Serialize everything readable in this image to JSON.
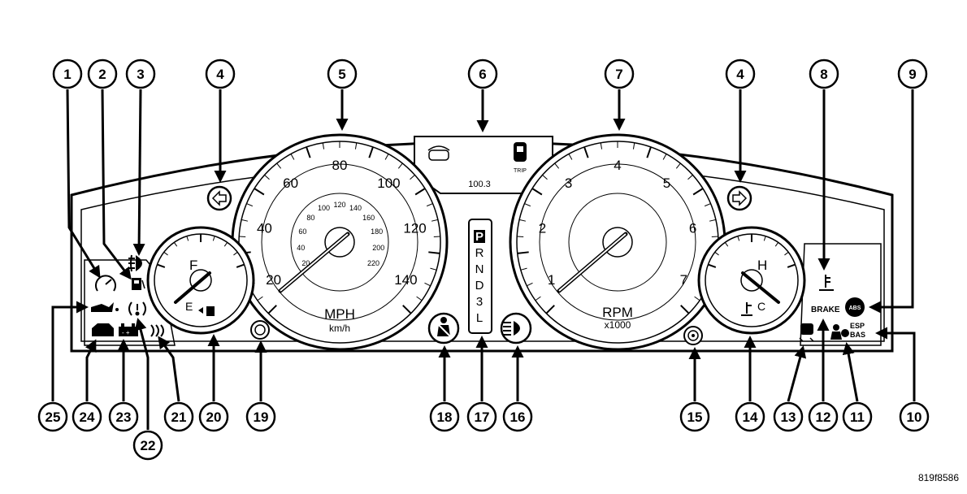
{
  "figure_id": "819f8586",
  "callouts": [
    "1",
    "2",
    "3",
    "4",
    "5",
    "6",
    "7",
    "4",
    "8",
    "9",
    "10",
    "11",
    "12",
    "13",
    "14",
    "15",
    "16",
    "17",
    "18",
    "19",
    "20",
    "21",
    "22",
    "23",
    "24",
    "25"
  ],
  "speedometer": {
    "mph_labels": [
      "20",
      "40",
      "60",
      "80",
      "100",
      "120",
      "140"
    ],
    "kmh_labels": [
      "20",
      "40",
      "60",
      "80",
      "100",
      "120",
      "140",
      "160",
      "180",
      "200",
      "220"
    ],
    "unit": "MPH",
    "sub_unit": "km/h"
  },
  "tachometer": {
    "labels": [
      "1",
      "2",
      "3",
      "4",
      "5",
      "6",
      "7"
    ],
    "unit": "RPM",
    "sub_unit": "x1000"
  },
  "fuel_gauge": {
    "full": "F",
    "empty": "E"
  },
  "temp_gauge": {
    "hot": "H",
    "cold": "C"
  },
  "center_display": {
    "odometer": "100.3",
    "trip": "TRIP"
  },
  "gear_indicator": [
    "P",
    "R",
    "N",
    "D",
    "3",
    "L"
  ],
  "warning_text": {
    "brake": "BRAKE",
    "esp": "ESP",
    "bas": "BAS",
    "abs": "ABS"
  },
  "icons": [
    "turn-left-arrow-icon",
    "turn-right-arrow-icon",
    "fog-light-icon",
    "fuel-icon",
    "cruise-icon",
    "oil-icon",
    "tire-pressure-icon",
    "rear-defrost-icon",
    "engine-icon",
    "battery-icon",
    "seatbelt-icon",
    "headlight-icon",
    "coolant-temp-icon",
    "abs-icon",
    "traction-icon",
    "airbag-icon"
  ]
}
